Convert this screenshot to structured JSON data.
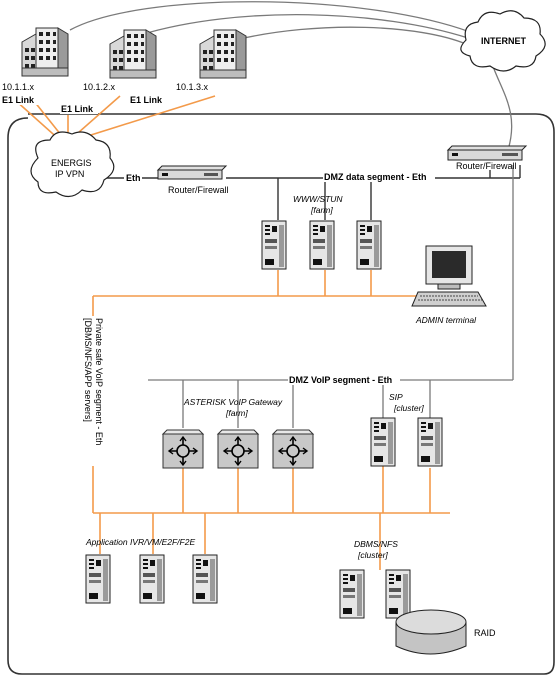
{
  "labels": {
    "internet": "INTERNET",
    "ipvpn_line1": "ENERGIS",
    "ipvpn_line2": "IP VPN",
    "site1_subnet": "10.1.1.x",
    "site2_subnet": "10.1.2.x",
    "site3_subnet": "10.1.3.x",
    "e1_link": "E1 Link",
    "eth": "Eth",
    "router_firewall": "Router/Firewall",
    "dmz_data_segment": "DMZ data segment - Eth",
    "www_stun_line1": "WWW/STUN",
    "www_stun_line2": "[farm]",
    "admin_terminal": "ADMIN terminal",
    "private_segment_line1": "Private safe VoIP segment - Eth",
    "private_segment_line2": "[DBMS/NFS/APP servers]",
    "dmz_voip_segment": "DMZ VoIP segment - Eth",
    "asterisk_line1": "ASTERISK VoIP Gateway",
    "asterisk_line2": "[farm]",
    "sip_line1": "SIP",
    "sip_line2": "[cluster]",
    "application": "Application IVR/VM/E2F/F2E",
    "dbms_line1": "DBMS/NFS",
    "dbms_line2": "[cluster]",
    "raid": "RAID"
  },
  "colors": {
    "orange_wire": "#f39a4a",
    "gray_wire": "#7a7a7a",
    "server_body": "#e6e6e6",
    "switch_body": "#c8c8c8"
  },
  "icons": [
    "building-icon",
    "cloud-icon",
    "router-icon",
    "server-icon",
    "switch-icon",
    "workstation-icon",
    "disk-icon"
  ]
}
